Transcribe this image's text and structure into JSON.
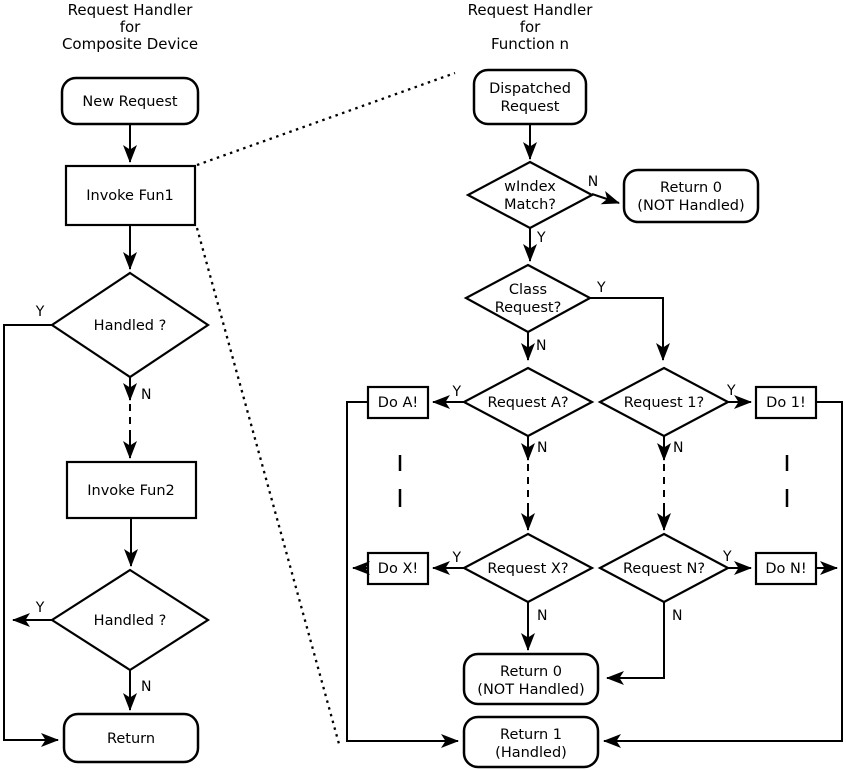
{
  "colors": {
    "ink": "#000000",
    "paper": "#ffffff"
  },
  "labels": {
    "yes": "Y",
    "no": "N"
  },
  "left": {
    "title": [
      "Request Handler",
      "for",
      "Composite Device"
    ],
    "new_request": "New Request",
    "invoke_fun1": "Invoke Fun1",
    "handled1": "Handled ?",
    "invoke_fun2": "Invoke Fun2",
    "handled2": "Handled ?",
    "return": "Return"
  },
  "right": {
    "title": [
      "Request Handler",
      "for",
      "Function n"
    ],
    "dispatched": [
      "Dispatched",
      "Request"
    ],
    "windex": [
      "wIndex",
      "Match?"
    ],
    "return0_top": [
      "Return 0",
      "(NOT Handled)"
    ],
    "class_request": [
      "Class",
      "Request?"
    ],
    "request_a": "Request A?",
    "request_1": "Request 1?",
    "do_a": "Do A!",
    "do_1": "Do 1!",
    "request_x": "Request X?",
    "request_n": "Request N?",
    "do_x": "Do X!",
    "do_n": "Do N!",
    "return0_bottom": [
      "Return 0",
      "(NOT Handled)"
    ],
    "return1": [
      "Return 1",
      "(Handled)"
    ]
  }
}
